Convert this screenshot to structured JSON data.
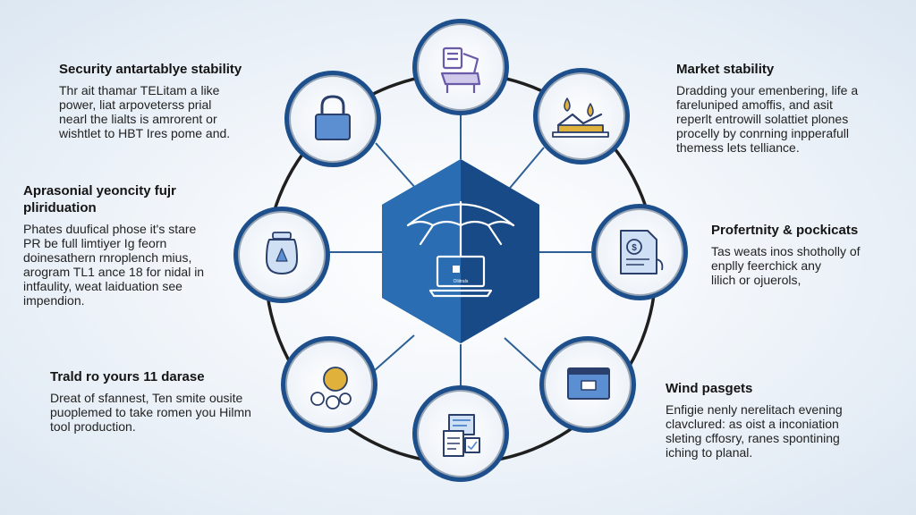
{
  "colors": {
    "ring": "#1f1f1f",
    "node_outer": "#1d4f8c",
    "node_border": "#9aa6b4",
    "hex_light": "#2a6db2",
    "hex_dark": "#174a86",
    "spoke": "#2d5f95",
    "icon_blue": "#5b8fd1",
    "icon_navy": "#2a3f6b",
    "icon_gold": "#e0b23c",
    "icon_purple": "#6a5aa8"
  },
  "hub": {
    "icon": "umbrella-laptop-icon",
    "laptop_label": "Oliitrals"
  },
  "nodes": [
    {
      "id": "top",
      "icon": "chair-icon"
    },
    {
      "id": "top-right",
      "icon": "balance-scale-icon"
    },
    {
      "id": "right",
      "icon": "document-dollar-icon"
    },
    {
      "id": "bottom-right",
      "icon": "monitor-window-icon"
    },
    {
      "id": "bottom",
      "icon": "documents-icon"
    },
    {
      "id": "bottom-left",
      "icon": "coins-icon"
    },
    {
      "id": "left",
      "icon": "jar-icon"
    },
    {
      "id": "top-left",
      "icon": "padlock-icon"
    }
  ],
  "blocks": [
    {
      "id": "security",
      "title": [
        "Security antartablye stability"
      ],
      "body": [
        "Thr ait thamar TELitam a like",
        "power, liat arpoveterss prial",
        "nearl the lialts is amrorent or",
        "wishtlet to HBT Ires pome and."
      ]
    },
    {
      "id": "apprasonial",
      "title": [
        "Aprasonial yeoncity fujr",
        "pliriduation"
      ],
      "body": [
        "Phates duufical phose it's stare",
        "PR be full limtiyer Ig feorn",
        "doinesathern rnroplench mius,",
        "arogram TL1 ance 18 for nidal in",
        "intfaulity, weat laiduation see",
        "impendion."
      ]
    },
    {
      "id": "trald",
      "title": [
        "Trald ro yours 11 darase"
      ],
      "body": [
        "Dreat of sfannest, Ten smite ousite",
        "puoplemed to take romen you Hilmn",
        "tool production."
      ]
    },
    {
      "id": "market",
      "title": [
        "Market stability"
      ],
      "body": [
        "Dradding your emenbering, life a",
        "fareluniped amoffis, and asit",
        "reperlt entrowill solattiet plones",
        "procelly by conrning inpperafull",
        "themess lets telliance."
      ]
    },
    {
      "id": "profertnity",
      "title": [
        "Profertnity & pockicats"
      ],
      "body": [
        "Tas weats inos shotholly of",
        "enplly feerchick any",
        "lilich or ojuerols,"
      ]
    },
    {
      "id": "wind",
      "title": [
        "Wind pasgets"
      ],
      "body": [
        "Enfigie nenly nerelitach evening",
        "clavclured: as oist a inconiation",
        "sleting cffosry, ranes spontining",
        "iching to planal."
      ]
    }
  ]
}
